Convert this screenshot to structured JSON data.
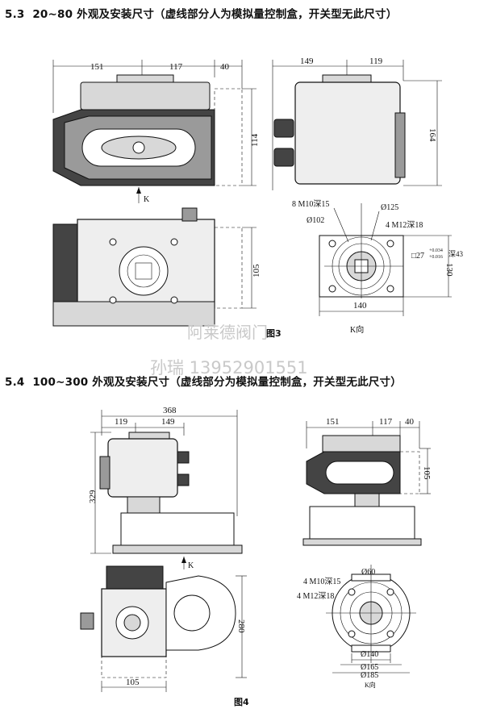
{
  "section_53": {
    "number": "5.3",
    "title": "20~80 外观及安装尺寸（虚线部分人为模拟量控制盒，开关型无此尺寸）",
    "caption": "图3",
    "front": {
      "d1": "151",
      "d2": "117",
      "d3": "40",
      "height": "114",
      "k_label": "K"
    },
    "side": {
      "d1": "149",
      "d2": "119",
      "height": "164"
    },
    "top": {
      "height": "105"
    },
    "flange": {
      "holes1": "8 M10深15",
      "dia1": "Ø125",
      "dia2": "Ø102",
      "holes2": "4 M12深18",
      "square": "□27",
      "tol_upper": "+0.034",
      "tol_lower": "+0.016",
      "depth": "深43",
      "height": "130",
      "width": "140",
      "view_label": "K向"
    }
  },
  "section_54": {
    "number": "5.4",
    "title": "100~300 外观及安装尺寸（虚线部分为模拟量控制盒，开关型无此尺寸）",
    "caption": "图4",
    "left_view": {
      "total": "368",
      "d1": "119",
      "d2": "149",
      "height": "329",
      "k_label": "K"
    },
    "right_view": {
      "d1": "151",
      "d2": "117",
      "d3": "40",
      "height": "105"
    },
    "bottom_left": {
      "width": "105",
      "height": "280"
    },
    "flange": {
      "dia_top": "Ø60",
      "holes1": "4 M10深15",
      "holes2": "4 M12深18",
      "dia1": "Ø140",
      "dia2": "Ø165",
      "dia3": "Ø185",
      "view_label": "K向"
    }
  },
  "watermark": {
    "line1": "阿莱德阀门",
    "line2": "孙瑞 13952901551"
  }
}
